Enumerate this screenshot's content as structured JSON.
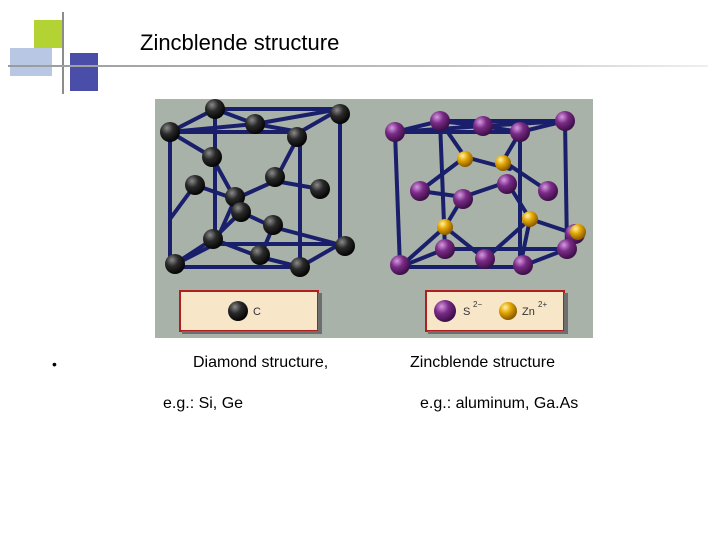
{
  "slide": {
    "title": "Zincblende structure",
    "bullet": "•"
  },
  "figure": {
    "legend_left": {
      "label": "C"
    },
    "legend_right": {
      "label_s": "S",
      "sup_s": "2−",
      "label_zn": "Zn",
      "sup_zn": "2+"
    }
  },
  "captions": {
    "left_title": "Diamond structure,",
    "left_example": "e.g.: Si, Ge",
    "right_title": "Zincblende structure",
    "right_example": "e.g.: aluminum, Ga.As"
  },
  "colors": {
    "accent_green": "#b3d335",
    "accent_blue": "#4b4ea8",
    "accent_light_blue": "#b8c7e3",
    "line_gray": "#a4a4a4",
    "figure_bg": "#a8b2a8",
    "bond_color": "#1a1f6b",
    "carbon_color": "#1b1b1b",
    "sulfur_color": "#7a2b86",
    "zinc_color": "#e3a600",
    "legend_bg": "#f7e6c8",
    "legend_border": "#b11e1e"
  }
}
